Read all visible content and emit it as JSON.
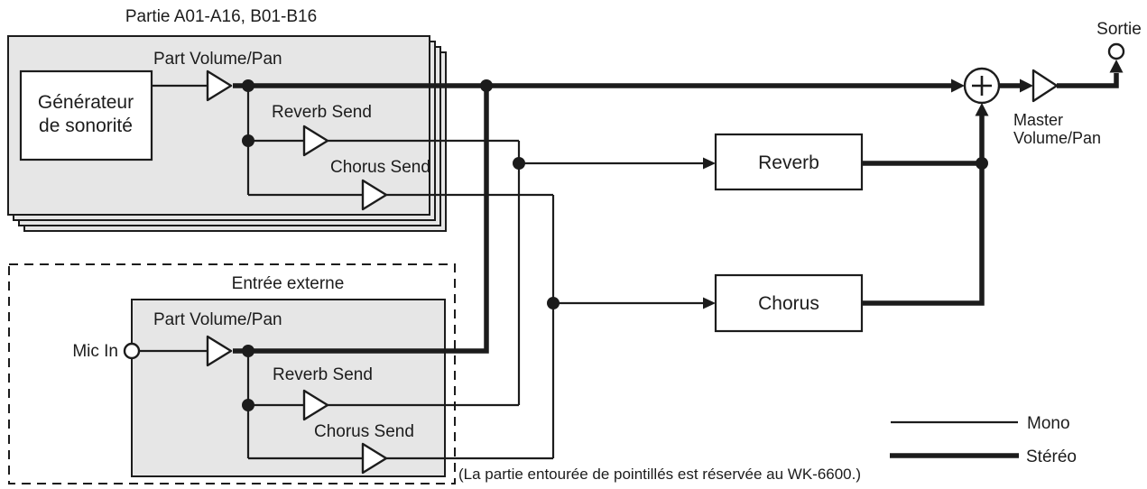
{
  "colors": {
    "line": "#1c1c1c",
    "panel_fill": "#e6e6e6",
    "box_fill": "#ffffff",
    "background": "#ffffff"
  },
  "tone_parts": {
    "title": "Partie A01-A16, B01-B16",
    "generator_line1": "Générateur",
    "generator_line2": "de sonorité",
    "part_volume_pan": "Part Volume/Pan",
    "reverb_send": "Reverb Send",
    "chorus_send": "Chorus Send"
  },
  "external_input": {
    "title": "Entrée externe",
    "mic_in": "Mic In",
    "part_volume_pan": "Part Volume/Pan",
    "reverb_send": "Reverb Send",
    "chorus_send": "Chorus Send"
  },
  "effects": {
    "reverb": "Reverb",
    "chorus": "Chorus"
  },
  "output": {
    "master_line1": "Master",
    "master_line2": "Volume/Pan",
    "label": "Sortie"
  },
  "legend": {
    "mono": "Mono",
    "stereo": "Stéréo"
  },
  "footnote": "(La partie entourée de pointillés est réservée au WK-6600.)"
}
